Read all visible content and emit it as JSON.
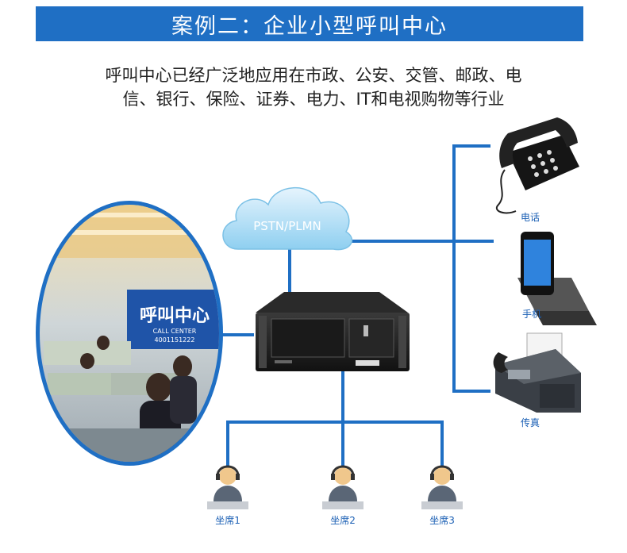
{
  "header": {
    "title": "案例二：企业小型呼叫中心"
  },
  "intro": {
    "line1": "呼叫中心已经广泛地应用在市政、公安、交管、邮政、电",
    "line2": "信、银行、保险、证券、电力、IT和电视购物等行业"
  },
  "diagram": {
    "cloud_label": "PSTN/PLMN",
    "photo": {
      "sign_text": "呼叫中心",
      "sign_sub": "CALL CENTER",
      "sign_phone": "4001151222"
    },
    "devices": [
      {
        "label": "电话",
        "icon": "desk-phone-icon"
      },
      {
        "label": "手机",
        "icon": "mobile-phone-icon"
      },
      {
        "label": "传真",
        "icon": "fax-machine-icon"
      }
    ],
    "agents": [
      {
        "label": "坐席1",
        "icon": "agent-headset-icon"
      },
      {
        "label": "坐席2",
        "icon": "agent-headset-icon"
      },
      {
        "label": "坐席3",
        "icon": "agent-headset-icon"
      }
    ],
    "colors": {
      "link": "#1f6fc4",
      "banner": "#1f6fc4",
      "label": "#1a5fb4"
    }
  }
}
